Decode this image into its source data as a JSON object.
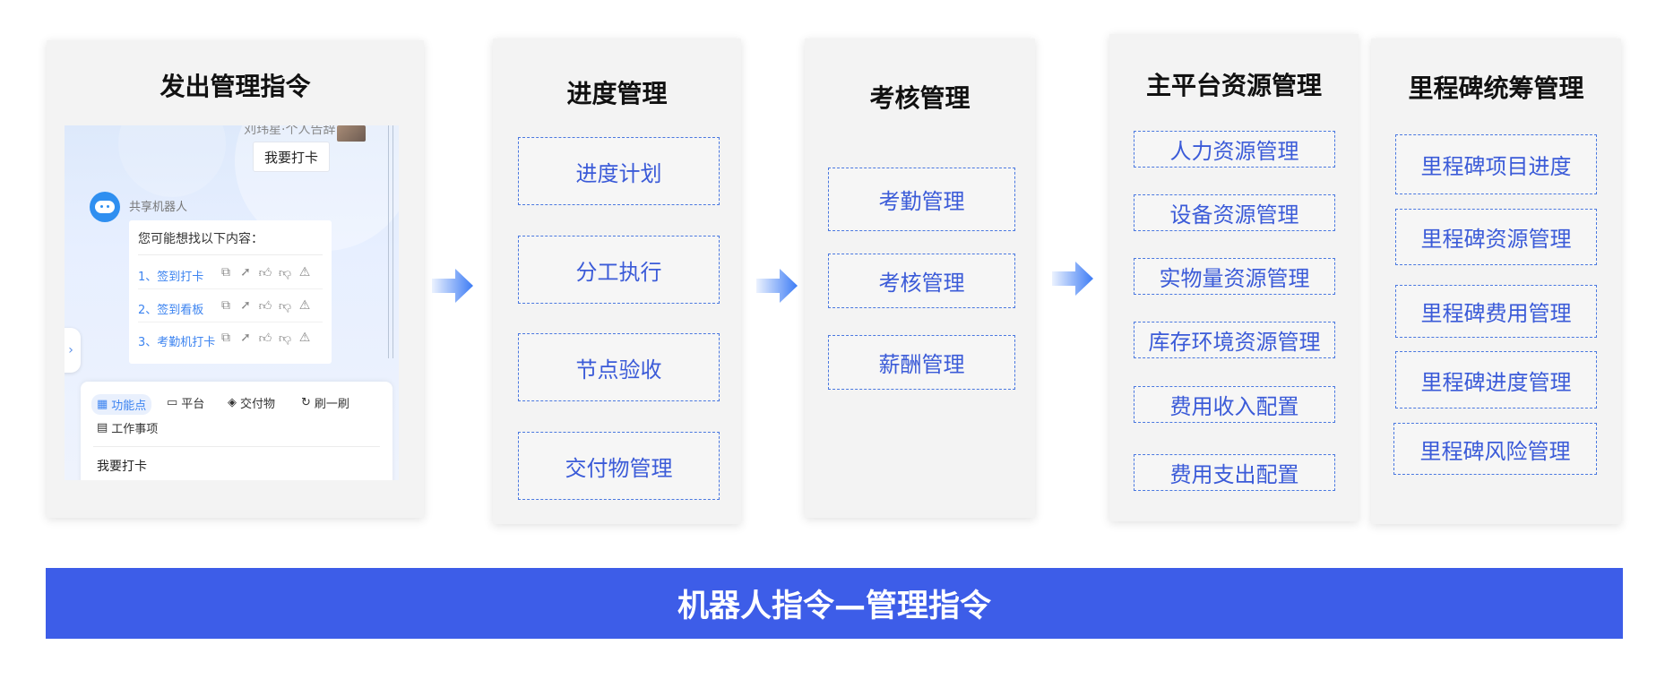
{
  "panels": [
    {
      "title": "发出管理指令"
    },
    {
      "title": "进度管理",
      "items": [
        "进度计划",
        "分工执行",
        "节点验收",
        "交付物管理"
      ]
    },
    {
      "title": "考核管理",
      "items": [
        "考勤管理",
        "考核管理",
        "薪酬管理"
      ]
    },
    {
      "title": "主平台资源管理",
      "items": [
        "人力资源管理",
        "设备资源管理",
        "实物量资源管理",
        "库存环境资源管理",
        "费用收入配置",
        "费用支出配置"
      ]
    },
    {
      "title": "里程碑统筹管理",
      "items": [
        "里程碑项目进度",
        "里程碑资源管理",
        "里程碑费用管理",
        "里程碑进度管理",
        "里程碑风险管理"
      ]
    }
  ],
  "chat": {
    "top_name": "刘玮星·个人告辞",
    "user_message": "我要打卡",
    "bot_name": "共享机器人",
    "intro": "您可能想找以下内容：",
    "options": [
      "1、签到打卡",
      "2、签到看板",
      "3、考勤机打卡"
    ],
    "tools": [
      "功能点",
      "平台",
      "交付物",
      "刷一刷",
      "工作事项"
    ],
    "input_text": "我要打卡"
  },
  "footer": {
    "text": "机器人指令—管理指令"
  },
  "colors": {
    "accent": "#3d5de8",
    "item_text": "#3b5bd8",
    "arrow": "#3d7cf5"
  }
}
